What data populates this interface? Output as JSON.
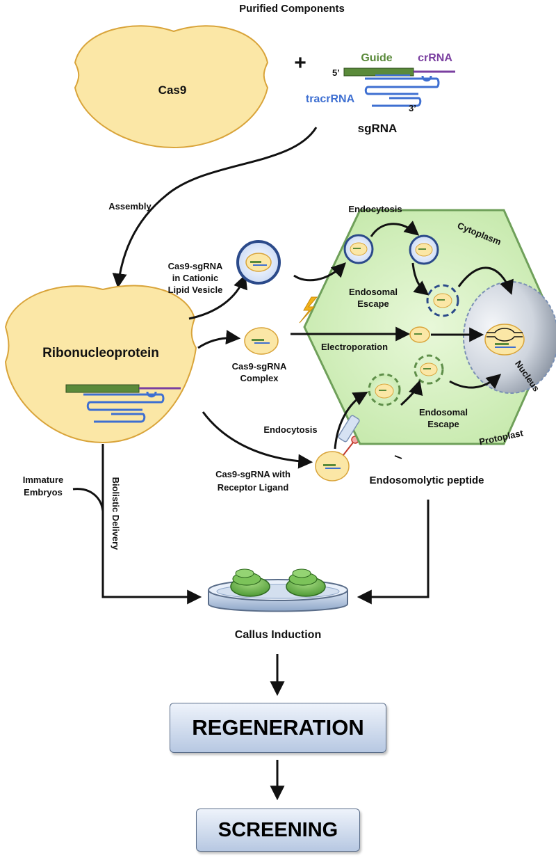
{
  "title": "Purified Components",
  "cas9": "Cas9",
  "plus": "+",
  "sgrna": {
    "guide": "Guide",
    "crrna": "crRNA",
    "tracrrna": "tracrRNA",
    "five_prime": "5’",
    "three_prime": "3’",
    "label": "sgRNA"
  },
  "assembly": "Assembly",
  "rnp": "Ribonucleoprotein",
  "lipid_vesicle": [
    "Cas9-sgRNA",
    "in Cationic",
    "Lipid Vesicle"
  ],
  "complex": [
    "Cas9-sgRNA",
    "Complex"
  ],
  "receptor": [
    "Cas9-sgRNA with",
    "Receptor Ligand"
  ],
  "cell": {
    "endocytosis_top": "Endocytosis",
    "cytoplasm": "Cytoplasm",
    "endosomal_escape_top": [
      "Endosomal",
      "Escape"
    ],
    "electroporation": "Electroporation",
    "nucleus": "Nucleus",
    "endocytosis_bottom": "Endocytosis",
    "endosomal_escape_bottom": [
      "Endosomal",
      "Escape"
    ],
    "protoplast": "Protoplast",
    "endosomolytic_peptide": "Endosomolytic peptide"
  },
  "biolistic": {
    "immature_embryos": [
      "Immature",
      "Embryos"
    ],
    "delivery": "Biolistic Delivery"
  },
  "callus": "Callus Induction",
  "regeneration": "REGENERATION",
  "screening": "SCREENING",
  "colors": {
    "cas9_fill": "#fbe7a6",
    "cas9_stroke": "#d9a43a",
    "guide_green": "#5a8a3a",
    "crrna_purple": "#7a3fa0",
    "tracr_blue": "#3e6fd1",
    "cell_green": "#d7f2c2",
    "cell_stroke": "#6fa05a",
    "nucleus_grey": "#b8c0cc",
    "lightning": "#f2b21a"
  }
}
